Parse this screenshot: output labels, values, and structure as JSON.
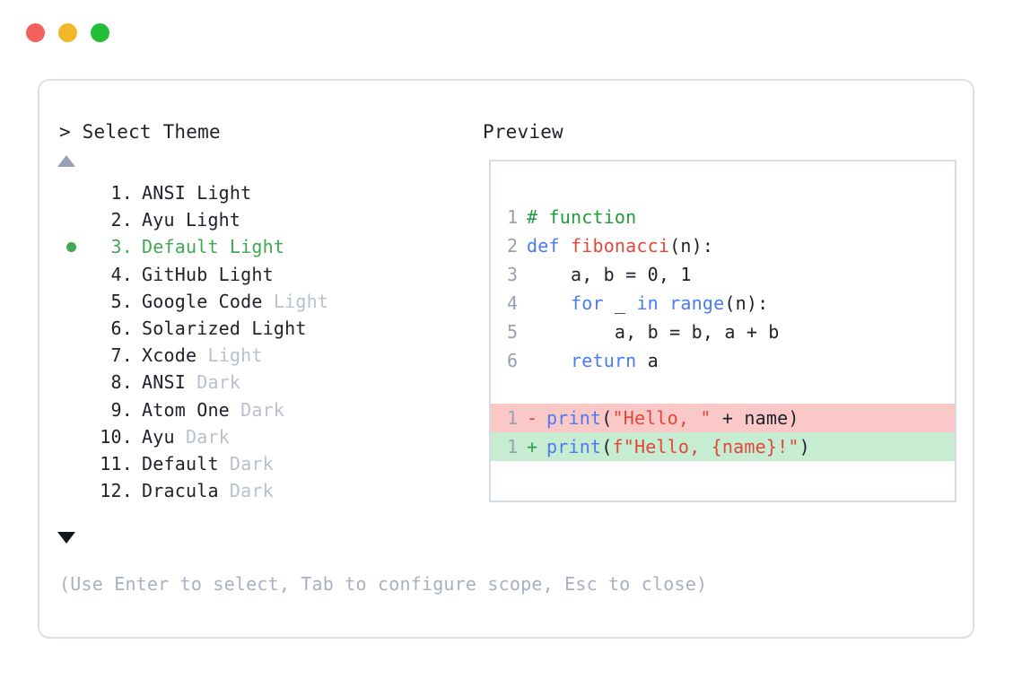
{
  "window": {
    "traffic_lights": [
      {
        "name": "close-button",
        "color": "#F4605B"
      },
      {
        "name": "minimize-button",
        "color": "#F4B72B"
      },
      {
        "name": "maximize-button",
        "color": "#23BF37"
      }
    ]
  },
  "prompt": {
    "heading": "> Select Theme",
    "preview_heading": "Preview",
    "scroll_up_indicator": "▲",
    "scroll_down_indicator": "▼",
    "hint": "(Use Enter to select, Tab to configure scope, Esc to close)"
  },
  "theme_list": {
    "selected_index": 3,
    "selected_color": "#3faa4f",
    "suffix_color": "#b9c0ce",
    "items": [
      {
        "index": "1.",
        "name": "ANSI Light",
        "suffix": "",
        "selected": false
      },
      {
        "index": "2.",
        "name": "Ayu Light",
        "suffix": "",
        "selected": false
      },
      {
        "index": "3.",
        "name": "Default Light",
        "suffix": "",
        "selected": true
      },
      {
        "index": "4.",
        "name": "GitHub Light",
        "suffix": "",
        "selected": false
      },
      {
        "index": "5.",
        "name": "Google Code",
        "suffix": " Light",
        "selected": false
      },
      {
        "index": "6.",
        "name": "Solarized Light",
        "suffix": "",
        "selected": false
      },
      {
        "index": "7.",
        "name": "Xcode",
        "suffix": " Light",
        "selected": false
      },
      {
        "index": "8.",
        "name": "ANSI",
        "suffix": " Dark",
        "selected": false
      },
      {
        "index": "9.",
        "name": "Atom One",
        "suffix": " Dark",
        "selected": false
      },
      {
        "index": "10.",
        "name": "Ayu",
        "suffix": " Dark",
        "selected": false
      },
      {
        "index": "11.",
        "name": "Default",
        "suffix": " Dark",
        "selected": false
      },
      {
        "index": "12.",
        "name": "Dracula",
        "suffix": " Dark",
        "selected": false
      }
    ]
  },
  "preview": {
    "code_lines": [
      {
        "ln": "1",
        "tokens": [
          {
            "t": "# function",
            "c": "comment"
          }
        ]
      },
      {
        "ln": "2",
        "tokens": [
          {
            "t": "def ",
            "c": "keyword"
          },
          {
            "t": "fibonacci",
            "c": "func"
          },
          {
            "t": "(n):",
            "c": "plain"
          }
        ]
      },
      {
        "ln": "3",
        "tokens": [
          {
            "t": "    a, b = 0, 1",
            "c": "plain"
          }
        ]
      },
      {
        "ln": "4",
        "tokens": [
          {
            "t": "    ",
            "c": "plain"
          },
          {
            "t": "for",
            "c": "keyword"
          },
          {
            "t": " _ ",
            "c": "plain"
          },
          {
            "t": "in",
            "c": "keyword"
          },
          {
            "t": " ",
            "c": "plain"
          },
          {
            "t": "range",
            "c": "builtin"
          },
          {
            "t": "(n):",
            "c": "plain"
          }
        ]
      },
      {
        "ln": "5",
        "tokens": [
          {
            "t": "        a, b = b, a + b",
            "c": "plain"
          }
        ]
      },
      {
        "ln": "6",
        "tokens": [
          {
            "t": "    ",
            "c": "plain"
          },
          {
            "t": "return",
            "c": "keyword"
          },
          {
            "t": " a",
            "c": "plain"
          }
        ]
      }
    ],
    "diff_lines": [
      {
        "kind": "del",
        "ln": "1",
        "mark": "-",
        "bg": "#fbc8c8",
        "tokens": [
          {
            "t": "print",
            "c": "builtin"
          },
          {
            "t": "(",
            "c": "plain"
          },
          {
            "t": "\"Hello, \"",
            "c": "string"
          },
          {
            "t": " + name)",
            "c": "plain"
          }
        ]
      },
      {
        "kind": "add",
        "ln": "1",
        "mark": "+",
        "bg": "#c6ecd2",
        "tokens": [
          {
            "t": "print",
            "c": "builtin"
          },
          {
            "t": "(",
            "c": "plain"
          },
          {
            "t": "f\"Hello, {name}!\"",
            "c": "string"
          },
          {
            "t": ")",
            "c": "plain"
          }
        ]
      }
    ]
  }
}
